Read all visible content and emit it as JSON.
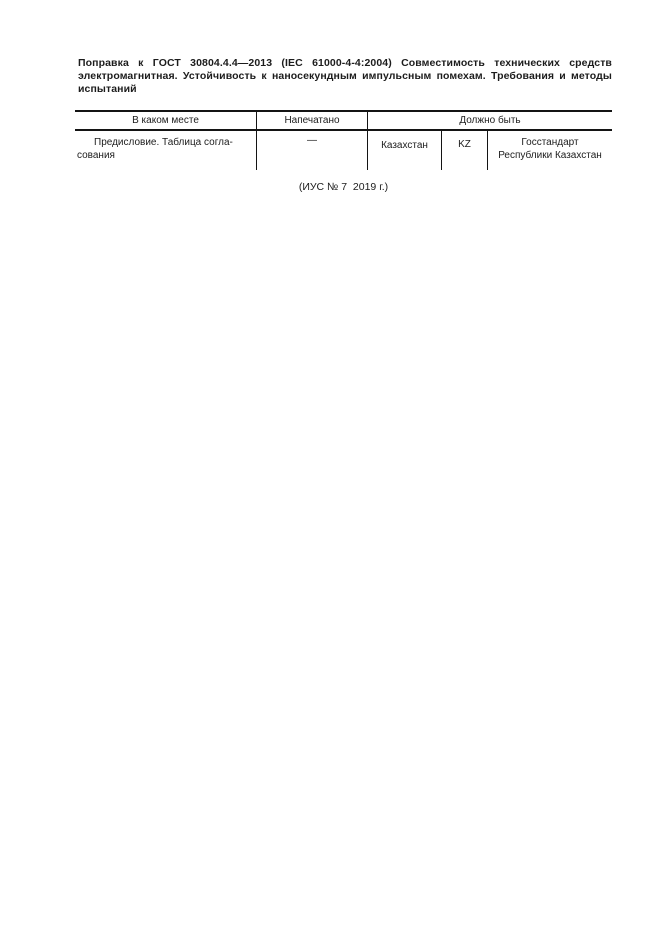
{
  "colors": {
    "text": "#1c1c1c",
    "border": "#141414",
    "background": "#ffffff"
  },
  "title": {
    "line1": "Поправка к ГОСТ 30804.4.4—2013 (IEC 61000-4-4:2004) Совместимость технических средств",
    "line2": "электромагнитная. Устойчивость к наносекундным импульсным помехам. Требования и методы",
    "line3": "испытаний"
  },
  "table": {
    "headers": {
      "location": "В каком месте",
      "printed": "Напечатано",
      "should_be": "Должно быть"
    },
    "row": {
      "location_line1": "Предисловие. Таблица согла-",
      "location_line2": "сования",
      "printed": "—",
      "should_be": {
        "country": "Казахстан",
        "code": "KZ",
        "authority_line1": "Госстандарт",
        "authority_line2": "Республики Казахстан"
      }
    }
  },
  "footer_note": "(ИУС № 7  2019 г.)"
}
